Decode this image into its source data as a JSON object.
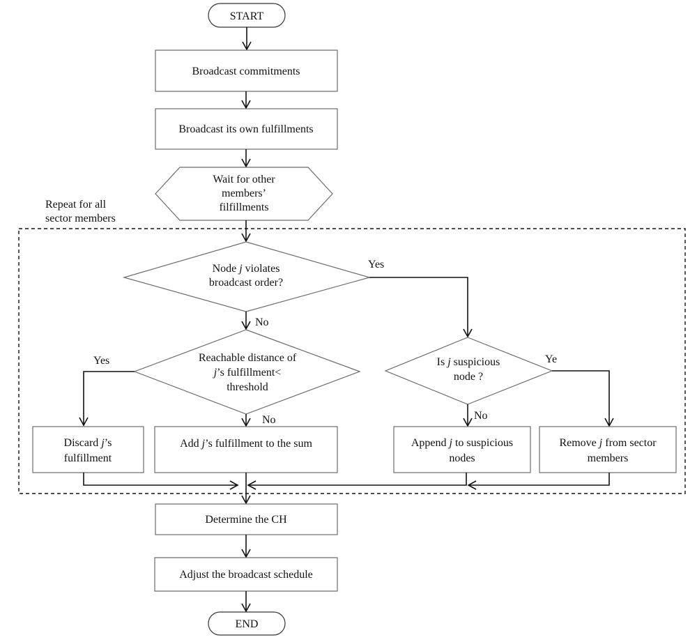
{
  "flowchart": {
    "start": "START",
    "end": "END",
    "broadcast_commitments": "Broadcast commitments",
    "broadcast_fulfillments": "Broadcast its own fulfillments",
    "wait": {
      "line1": "Wait for other",
      "line2": "members’",
      "line3": "filfillments"
    },
    "loop_label": {
      "line1": "Repeat for all",
      "line2": "sector members"
    },
    "decision_order": {
      "line1_a": "Node ",
      "line1_j": "j",
      "line1_b": " violates",
      "line2": "broadcast order?"
    },
    "decision_reach": {
      "line1": "Reachable distance of",
      "line2_j": "j",
      "line2_b": "’s fulfillment<",
      "line3": "threshold"
    },
    "decision_suspicious": {
      "a": "Is ",
      "j": "j",
      "b": " suspicious",
      "line2": "node ?"
    },
    "discard": {
      "line1_a": "Discard ",
      "line1_j": "j",
      "line1_b": "’s",
      "line2": "fulfillment"
    },
    "add_sum": {
      "a": "Add ",
      "j": "j",
      "b": "’s fulfillment to the sum"
    },
    "append": {
      "line1_a": "Append ",
      "line1_j": "j",
      "line1_b": " to suspicious",
      "line2": "nodes"
    },
    "remove": {
      "line1_a": "Remove ",
      "line1_j": "j",
      "line1_b": " from sector",
      "line2": "members"
    },
    "determine": "Determine the CH",
    "adjust": "Adjust the broadcast schedule",
    "edge_labels": {
      "order_yes": "Yes",
      "order_no": "No",
      "reach_yes": "Yes",
      "reach_no": "No",
      "susp_yes": "Ye",
      "susp_no": "No"
    }
  }
}
